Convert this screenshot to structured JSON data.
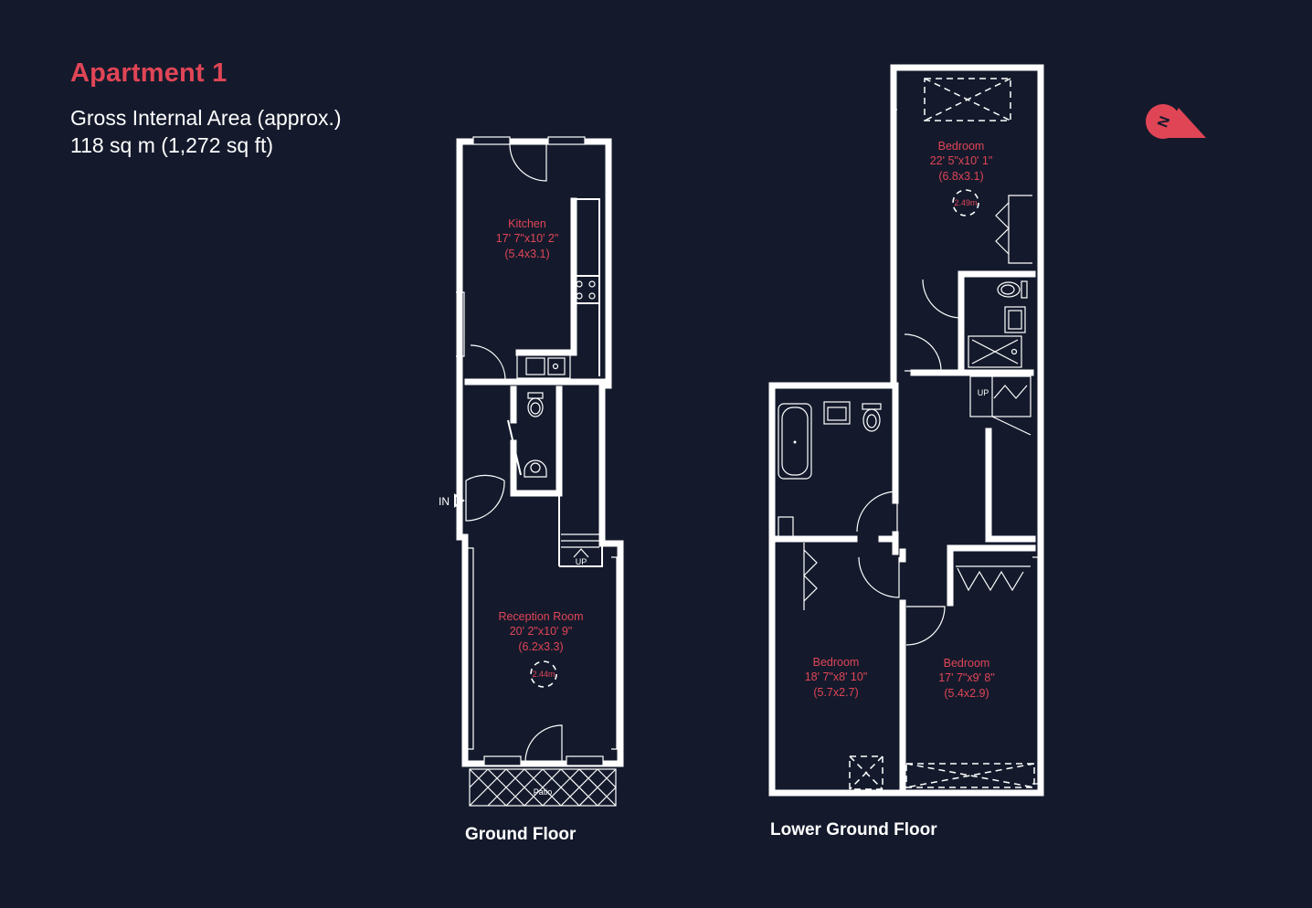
{
  "header": {
    "title": "Apartment 1",
    "gia_label": "Gross Internal Area (approx.)",
    "gia_value": "118 sq m (1,272 sq ft)"
  },
  "colors": {
    "background": "#141a2c",
    "accent": "#e04556",
    "walls": "#ffffff"
  },
  "ground_floor": {
    "label": "Ground Floor",
    "entrance_label": "IN",
    "stairs_label": "UP",
    "patio_label": "Patio",
    "rooms": {
      "kitchen": {
        "name": "Kitchen",
        "imperial": "17' 7\"x10' 2\"",
        "metric": "(5.4x3.1)"
      },
      "reception": {
        "name": "Reception Room",
        "imperial": "20' 2\"x10' 9\"",
        "metric": "(6.2x3.3)",
        "ceiling_height": "2.44m"
      }
    }
  },
  "lower_ground_floor": {
    "label": "Lower Ground Floor",
    "stairs_label": "UP",
    "rooms": {
      "bedroom_top": {
        "name": "Bedroom",
        "imperial": "22' 5\"x10' 1\"",
        "metric": "(6.8x3.1)",
        "ceiling_height": "2.49m"
      },
      "bedroom_left": {
        "name": "Bedroom",
        "imperial": "18' 7\"x8' 10\"",
        "metric": "(5.7x2.7)"
      },
      "bedroom_right": {
        "name": "Bedroom",
        "imperial": "17' 7\"x9' 8\"",
        "metric": "(5.4x2.9)"
      }
    }
  },
  "compass": {
    "icon": "north-arrow-icon",
    "letter": "N"
  }
}
